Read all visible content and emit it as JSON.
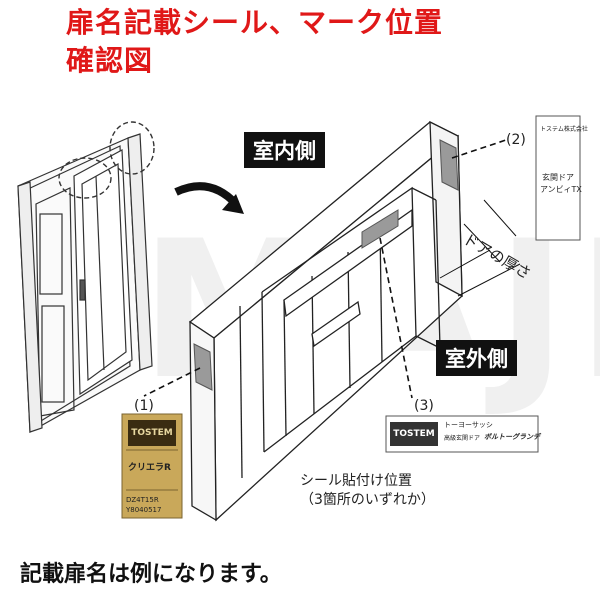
{
  "title": {
    "line1": "扉名記載シール、マーク位置",
    "line2": "確認図"
  },
  "labels": {
    "indoor": "室内側",
    "outdoor": "室外側",
    "door_thickness": "ドアの厚さ",
    "marker1": "(1)",
    "marker2": "(2)",
    "marker3": "(3)"
  },
  "note": {
    "line1": "シール貼付け位置",
    "line2": "（3箇所のいずれか）"
  },
  "sticker1": {
    "brand": "TOSTEM",
    "model": "クリエラR",
    "code1": "DZ4T15R",
    "code2": "Y8040517"
  },
  "sticker2": {
    "company": "トステム株式会社",
    "model_line1": "玄関ドア",
    "model_line2": "アンビィTX"
  },
  "sticker3": {
    "brand": "TOSTEM",
    "line1": "トーヨーサッシ",
    "line2": "高級玄関ドア",
    "model": "ボルトーグランデ"
  },
  "watermark": "MAJI",
  "footer": "記載扉名は例になります。",
  "colors": {
    "title": "#e01818",
    "gold": "#c9a85a",
    "gray_patch": "#9a9a9a"
  }
}
